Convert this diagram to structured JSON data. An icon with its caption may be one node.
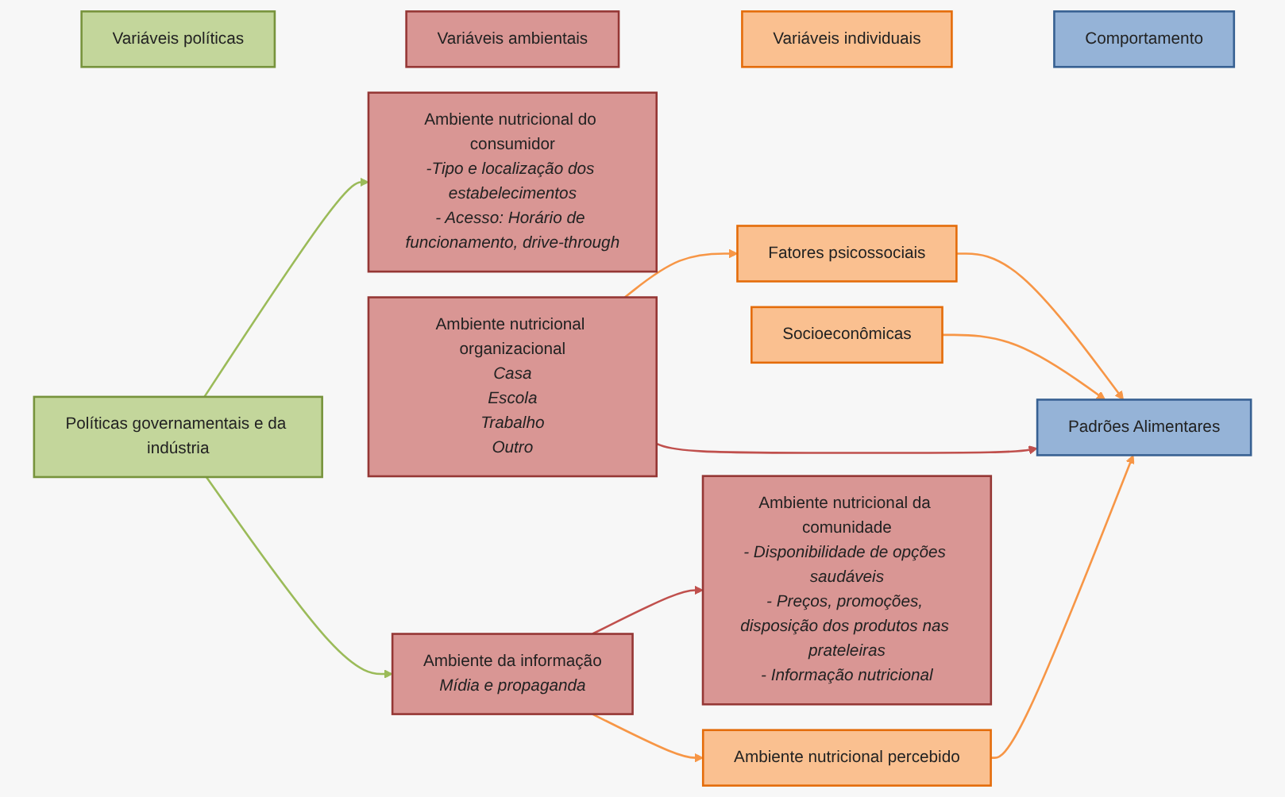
{
  "diagram": {
    "nodes": [
      {
        "text": [
          "Variáveis políticas"
        ]
      },
      {
        "text": [
          "Variáveis ambientais"
        ]
      },
      {
        "text": [
          "Variáveis individuais"
        ]
      },
      {
        "text": [
          "Comportamento"
        ]
      },
      {
        "text": [
          "Políticas governamentais e da indústria"
        ]
      },
      {
        "text": [
          "Ambiente nutricional do consumidor",
          "-Tipo e localização dos estabelecimentos",
          "- Acesso: Horário de funcionamento, drive-through"
        ]
      },
      {
        "text": [
          "Ambiente nutricional organizacional",
          "Casa",
          "Escola",
          "Trabalho",
          "Outro"
        ]
      },
      {
        "text": [
          "Ambiente nutricional da comunidade",
          "- Disponibilidade de opções saudáveis",
          "- Preços, promoções, disposição dos produtos nas prateleiras",
          "- Informação nutricional"
        ]
      },
      {
        "text": [
          "Socioeconômicas"
        ]
      },
      {
        "text": [
          "Fatores psicossociais"
        ]
      },
      {
        "text": [
          "Ambiente nutricional percebido"
        ]
      },
      {
        "text": [
          "Padrões Alimentares"
        ]
      },
      {
        "text": [
          "Ambiente da informação",
          "Mídia e propaganda"
        ]
      }
    ],
    "edges": [
      {
        "from": 4,
        "to": 5,
        "arrow": "to",
        "color": "#9bbb59"
      },
      {
        "from": 4,
        "to": 12,
        "arrow": "to",
        "color": "#9bbb59"
      },
      {
        "from": 12,
        "to": 7,
        "arrow": "to",
        "color": "#c0504d"
      },
      {
        "from": 12,
        "to": 10,
        "arrow": "to"
      },
      {
        "from": 6,
        "to": 9,
        "arrow": "to"
      },
      {
        "from": 6,
        "to": 11,
        "arrow": "to",
        "color": "#c0504d"
      },
      {
        "from": 8,
        "to": 11,
        "arrow": "to"
      },
      {
        "from": 9,
        "to": 11,
        "arrow": "to"
      },
      {
        "from": 10,
        "to": 11,
        "arrow": "to"
      }
    ]
  }
}
